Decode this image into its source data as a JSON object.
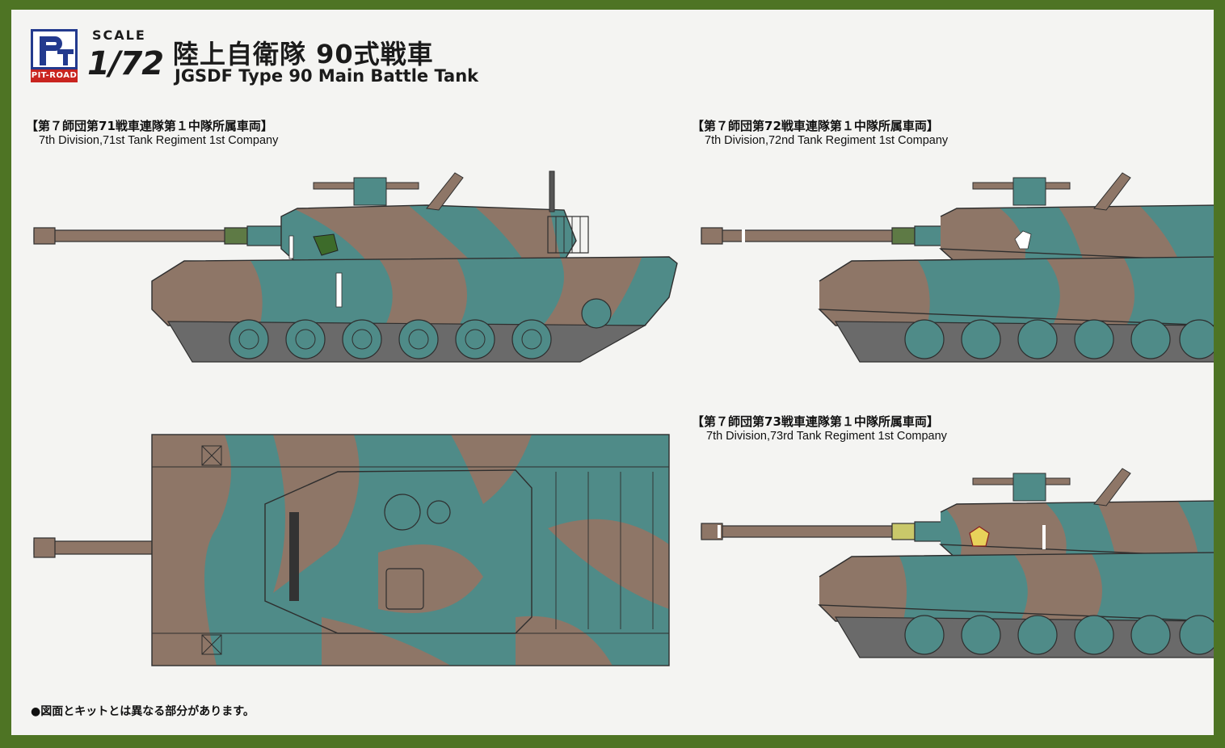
{
  "brand": {
    "name": "PIT-ROAD",
    "colors": {
      "blue": "#233a8e",
      "red": "#c9241f"
    }
  },
  "scale": {
    "label": "SCALE",
    "ratio": "1/72"
  },
  "title": {
    "japanese": "陸上自衛隊 90式戦車",
    "english": "JGSDF Type 90 Main Battle Tank"
  },
  "variants": [
    {
      "caption_jp": "【第７師団第71戦車連隊第１中隊所属車両】",
      "caption_en": "7th Division,71st Tank Regiment 1st Company",
      "marking": "I / crest"
    },
    {
      "caption_jp": "【第７師団第72戦車連隊第１中隊所属車両】",
      "caption_en": "7th Division,72nd Tank Regiment 1st Company",
      "marking": "horse"
    },
    {
      "caption_jp": "【第７師団第73戦車連隊第１中隊所属車両】",
      "caption_en": "7th Division,73rd Tank Regiment 1st Company",
      "marking": "crest"
    }
  ],
  "note": "●図面とキットとは異なる部分があります。",
  "colors": {
    "border": "#4e7424",
    "camo_brown": "#8e7667",
    "camo_teal": "#4f8b88",
    "camo_green": "#5e7a45",
    "outline": "#2e2e2e"
  }
}
